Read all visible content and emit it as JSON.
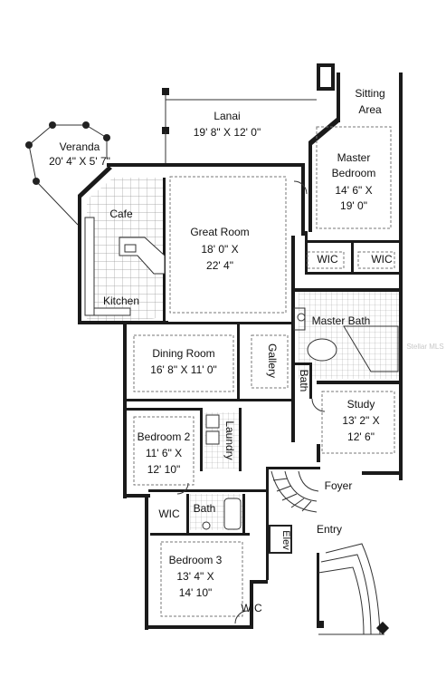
{
  "rooms": {
    "lanai": {
      "name": "Lanai",
      "size": "19' 8\" X 12' 0\""
    },
    "veranda": {
      "name": "Veranda",
      "size": "20' 4\" X 5' 7\""
    },
    "sitting_area": {
      "name_line1": "Sitting",
      "name_line2": "Area"
    },
    "master_bedroom": {
      "name_line1": "Master",
      "name_line2": "Bedroom",
      "size_line1": "14' 6\" X",
      "size_line2": "19' 0\""
    },
    "cafe": {
      "name": "Cafe"
    },
    "great_room": {
      "name": "Great Room",
      "size_line1": "18' 0\" X",
      "size_line2": "22' 4\""
    },
    "wic_master_left": {
      "name": "WIC"
    },
    "wic_master_right": {
      "name": "WIC"
    },
    "kitchen": {
      "name": "Kitchen"
    },
    "master_bath": {
      "name": "Master Bath"
    },
    "dining_room": {
      "name": "Dining Room",
      "size": "16' 8\" X 11' 0\""
    },
    "gallery": {
      "name": "Gallery"
    },
    "bath_small": {
      "name": "Bath"
    },
    "study": {
      "name": "Study",
      "size_line1": "13' 2\" X",
      "size_line2": "12' 6\""
    },
    "bedroom2": {
      "name": "Bedroom 2",
      "size_line1": "11' 6\" X",
      "size_line2": "12' 10\""
    },
    "laundry": {
      "name": "Laundry"
    },
    "foyer": {
      "name": "Foyer"
    },
    "wic_bed2": {
      "name": "WIC"
    },
    "bath2": {
      "name": "Bath"
    },
    "entry": {
      "name": "Entry"
    },
    "elev": {
      "name": "Elev"
    },
    "bedroom3": {
      "name": "Bedroom 3",
      "size_line1": "13' 4\" X",
      "size_line2": "14' 10\""
    },
    "wic_bed3": {
      "name": "WIC"
    }
  },
  "watermark": "Stellar MLS"
}
